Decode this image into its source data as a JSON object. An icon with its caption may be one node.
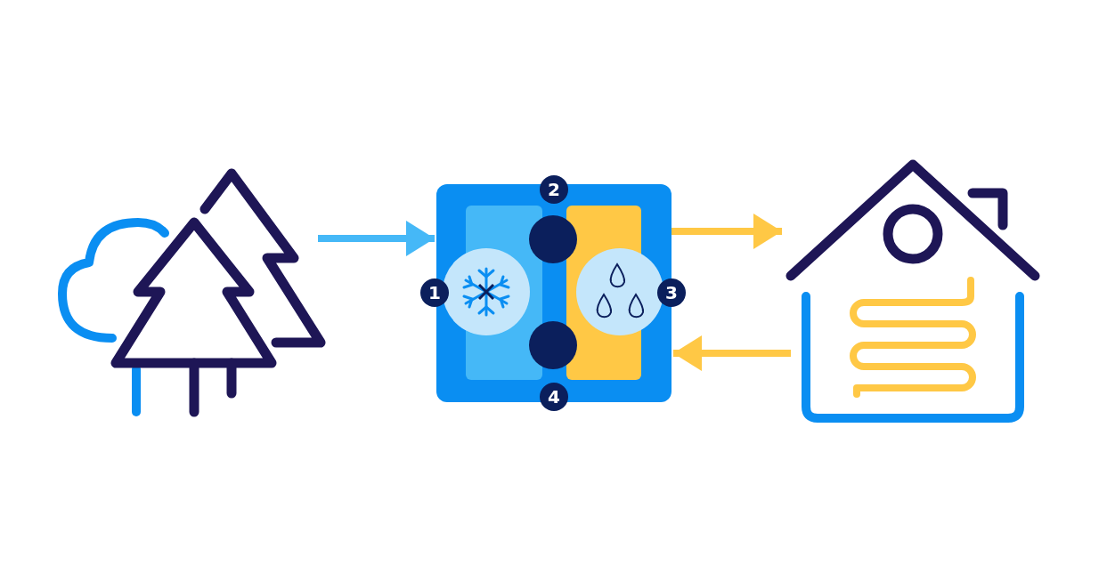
{
  "diagram": {
    "nodes": [
      {
        "text": [],
        "shape": "picture"
      },
      {
        "text": [],
        "shape": "box"
      },
      {
        "text": [],
        "shape": "picture"
      }
    ],
    "edges": [
      {
        "from": 0,
        "to": 1,
        "arrow": "to",
        "color": "#45b8f7"
      },
      {
        "from": 1,
        "to": 2,
        "arrow": "to",
        "color": "#ffc845"
      },
      {
        "from": 2,
        "to": 1,
        "arrow": "to",
        "color": "#ffc845"
      }
    ],
    "labels": [
      "2",
      "1",
      "3",
      "4"
    ]
  }
}
